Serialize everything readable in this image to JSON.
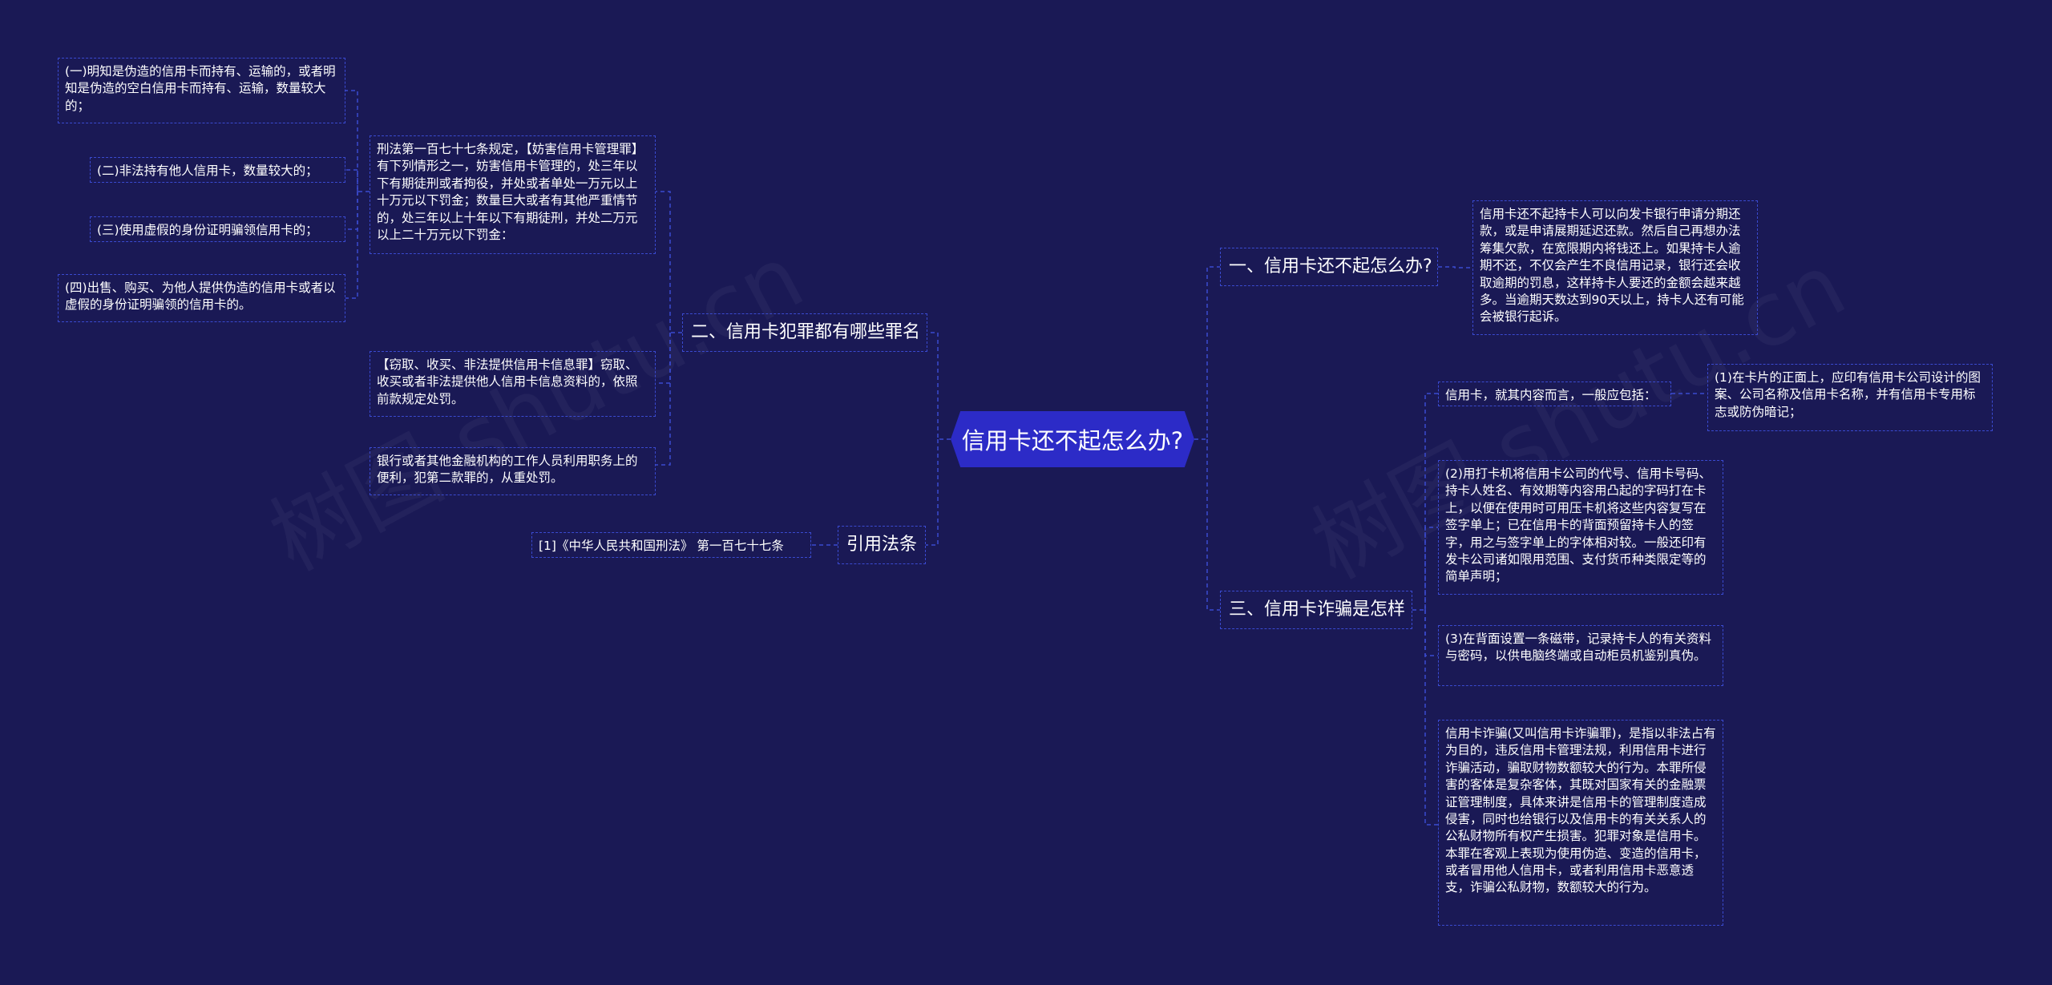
{
  "root": "信用卡还不起怎么办?",
  "watermark": "树图 shutu.cn",
  "branches": {
    "b1": "一、信用卡还不起怎么办?",
    "b2": "二、信用卡犯罪都有哪些罪名",
    "b3": "三、信用卡诈骗是怎样",
    "b4": "引用法条"
  },
  "leaves": {
    "b1_text": "信用卡还不起持卡人可以向发卡银行申请分期还款，或是申请展期延迟还款。然后自己再想办法筹集欠款，在宽限期内将钱还上。如果持卡人逾期不还，不仅会产生不良信用记录，银行还会收取逾期的罚息，这样持卡人要还的金额会越来越多。当逾期天数达到90天以上，持卡人还有可能会被银行起诉。",
    "b2_law": "刑法第一百七十七条规定，【妨害信用卡管理罪】有下列情形之一，妨害信用卡管理的，处三年以下有期徒刑或者拘役，并处或者单处一万元以上十万元以下罚金；数量巨大或者有其他严重情节的，处三年以上十年以下有期徒刑，并处二万元以上二十万元以下罚金：",
    "b2_item1": "(一)明知是伪造的信用卡而持有、运输的，或者明知是伪造的空白信用卡而持有、运输，数量较大的；",
    "b2_item2": "(二)非法持有他人信用卡，数量较大的；",
    "b2_item3": "(三)使用虚假的身份证明骗领信用卡的；",
    "b2_item4": "(四)出售、购买、为他人提供伪造的信用卡或者以虚假的身份证明骗领的信用卡的。",
    "b2_info": "【窃取、收买、非法提供信用卡信息罪】窃取、收买或者非法提供他人信用卡信息资料的，依照前款规定处罚。",
    "b2_bank": "银行或者其他金融机构的工作人员利用职务上的便利，犯第二款罪的，从重处罚。",
    "b3_intro": "信用卡，就其内容而言，一般应包括：",
    "b3_sub1": "(1)在卡片的正面上，应印有信用卡公司设计的图案、公司名称及信用卡名称，并有信用卡专用标志或防伪暗记；",
    "b3_item2": "(2)用打卡机将信用卡公司的代号、信用卡号码、持卡人姓名、有效期等内容用凸起的字码打在卡上，以便在使用时可用压卡机将这些内容复写在签字单上；已在信用卡的背面预留持卡人的签字，用之与签字单上的字体相对较。一般还印有发卡公司诸如限用范围、支付货币种类限定等的简单声明；",
    "b3_item3": "(3)在背面设置一条磁带，记录持卡人的有关资料与密码，以供电脑终端或自动柜员机鉴别真伪。",
    "b3_def": "信用卡诈骗(又叫信用卡诈骗罪)，是指以非法占有为目的，违反信用卡管理法规，利用信用卡进行诈骗活动，骗取财物数额较大的行为。本罪所侵害的客体是复杂客体，其既对国家有关的金融票证管理制度，具体来讲是信用卡的管理制度造成侵害，同时也给银行以及信用卡的有关关系人的公私财物所有权产生损害。犯罪对象是信用卡。本罪在客观上表现为使用伪造、变造的信用卡，或者冒用他人信用卡，或者利用信用卡恶意透支，诈骗公私财物，数额较大的行为。",
    "b4_ref": "[1]《中华人民共和国刑法》 第一百七十七条"
  },
  "colors": {
    "background": "#1a1955",
    "root_fill": "#2c2bc7",
    "line": "#3a4ad0",
    "text": "#ffffff"
  }
}
